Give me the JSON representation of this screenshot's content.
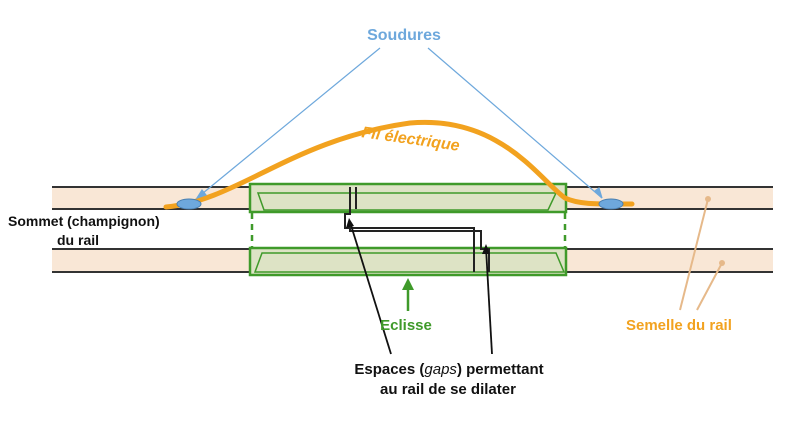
{
  "labels": {
    "soudures": "Soudures",
    "fil_electrique": "Fil électrique",
    "sommet_line1": "Sommet (champignon)",
    "sommet_line2": "du rail",
    "eclisse": "Eclisse",
    "semelle": "Semelle du rail",
    "espaces_prefix": "Espaces (",
    "espaces_italic": "gaps",
    "espaces_suffix": ") permettant",
    "espaces_line2": "au rail de se dilater"
  },
  "colors": {
    "rail_fill": "#f9e7d6",
    "rail_stroke": "#333333",
    "wire": "#f2a21f",
    "weld": "#6ea8dc",
    "soudures_text": "#6ea8dc",
    "eclisse": "#3f9a2a",
    "eclisse_fill": "#dde3c5",
    "semelle": "#f2a21f",
    "semelle_pointer": "#e6b98a",
    "text_dark": "#111111"
  }
}
